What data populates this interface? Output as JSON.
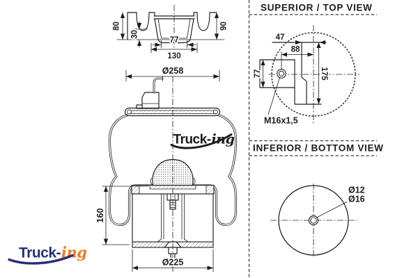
{
  "titles": {
    "top_view": "SUPERIOR / TOP VIEW",
    "bottom_view": "INFERIOR / BOTTOM VIEW"
  },
  "logo": {
    "truck": "Truck-",
    "ing": "ing"
  },
  "colors": {
    "ink": "#1c1c1c",
    "logo_navy": "#25307c",
    "logo_orange": "#ee7d1e"
  },
  "section_view": {
    "dims": {
      "h80": "80",
      "h30": "30",
      "h90": "90",
      "w77": "77",
      "w130": "130"
    }
  },
  "main_view": {
    "dims": {
      "dia258": "Ø258",
      "h160": "160",
      "dia225": "Ø225"
    }
  },
  "top_view": {
    "dims": {
      "w47": "47",
      "w88": "88",
      "h77": "77",
      "h175": "175"
    },
    "thread_label": "M16x1,5"
  },
  "bottom_view": {
    "dims": {
      "dia12": "Ø12",
      "dia16": "Ø16"
    }
  }
}
